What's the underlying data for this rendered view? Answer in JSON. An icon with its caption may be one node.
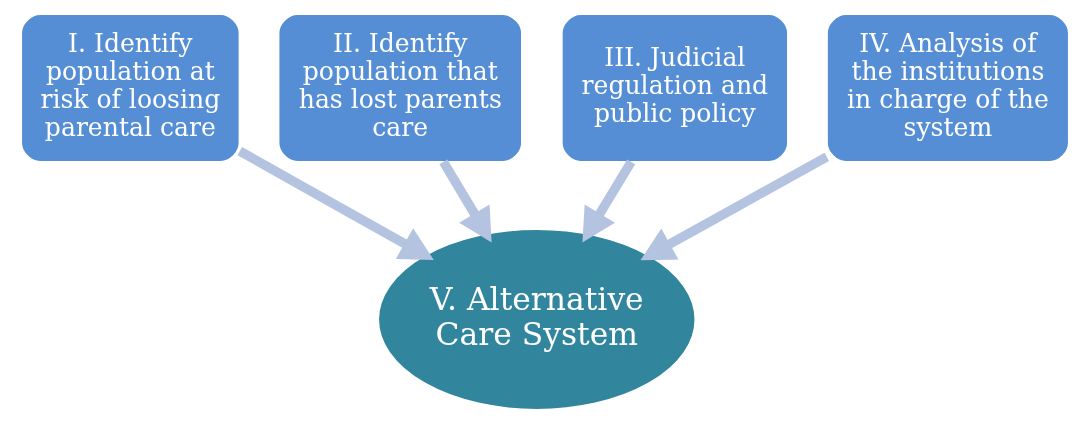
{
  "diagram": {
    "nodes": [
      {
        "text": [
          "I. Identify population at risk of loosing parental care"
        ]
      },
      {
        "text": [
          "II. Identify population that has lost parents care"
        ]
      },
      {
        "text": [
          "III. Judicial regulation and public policy"
        ]
      },
      {
        "text": [
          "IV. Analysis of the institutions in charge of the system"
        ]
      },
      {
        "text": [
          "V. Alternative Care System"
        ]
      }
    ],
    "edges": [
      {
        "from": 0,
        "to": 4,
        "arrow": "to"
      },
      {
        "from": 1,
        "to": 4,
        "arrow": "to"
      },
      {
        "from": 2,
        "to": 4,
        "arrow": "to"
      },
      {
        "from": 3,
        "to": 4,
        "arrow": "to"
      }
    ]
  }
}
